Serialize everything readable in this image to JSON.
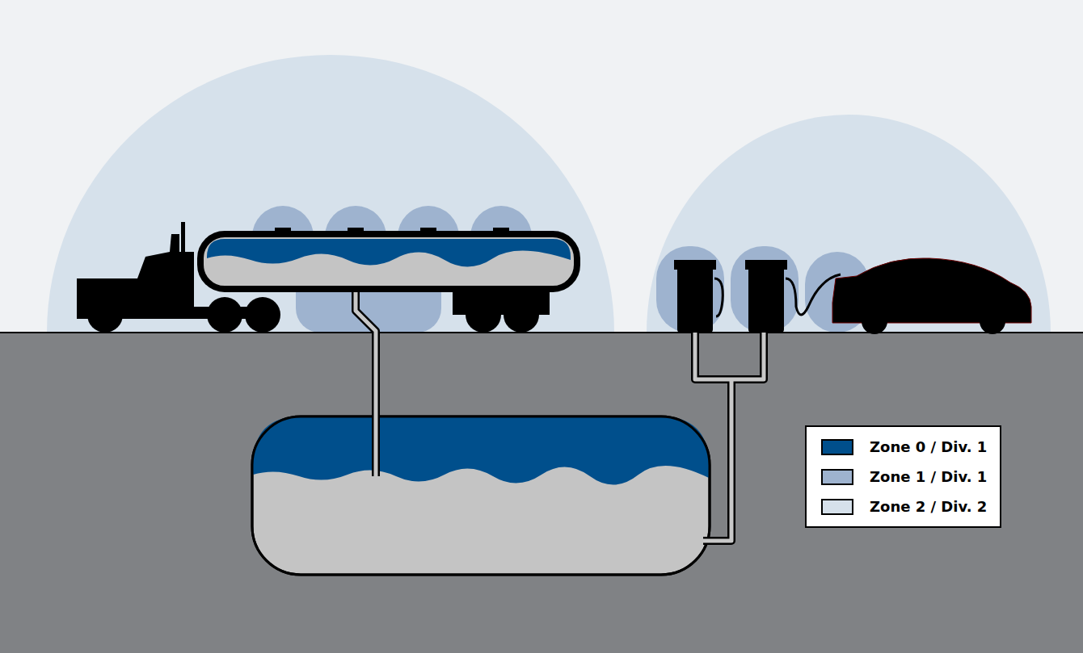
{
  "diagram": {
    "legend": [
      {
        "text": "Zone 0 / Div. 1",
        "color": "#004f8c"
      },
      {
        "text": "Zone 1 / Div. 1",
        "color": "#9eb3cf"
      },
      {
        "text": "Zone 2 / Div. 2",
        "color": "#d6e1eb"
      }
    ]
  }
}
